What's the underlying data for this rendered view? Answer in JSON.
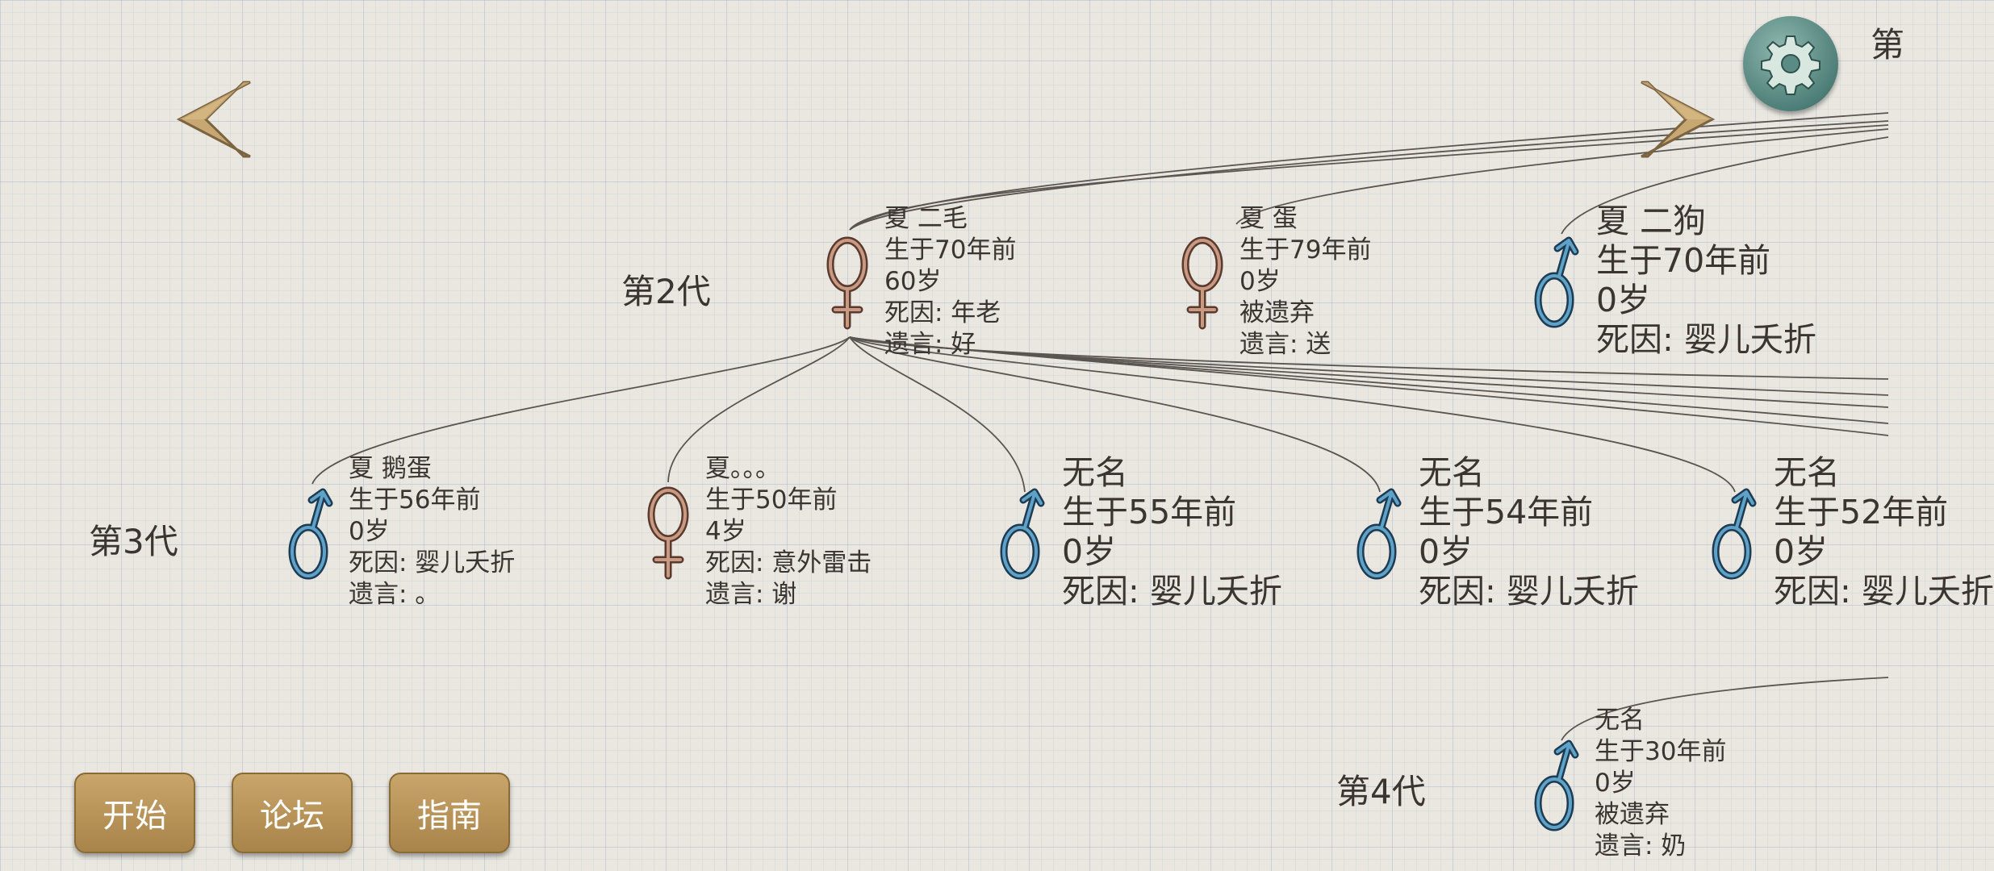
{
  "top_right_text": "第",
  "generations": [
    {
      "label": "第2代"
    },
    {
      "label": "第3代"
    },
    {
      "label": "第4代"
    }
  ],
  "gen2": [
    {
      "sex": "female",
      "lines": [
        "夏 二毛",
        "生于70年前",
        "60岁",
        "死因: 年老",
        "遗言: 好"
      ]
    },
    {
      "sex": "female",
      "lines": [
        "夏 蛋",
        "生于79年前",
        "0岁",
        "被遗弃",
        "遗言: 送"
      ]
    },
    {
      "sex": "male",
      "lines": [
        "夏 二狗",
        "生于70年前",
        "0岁",
        "死因: 婴儿夭折"
      ]
    }
  ],
  "gen3": [
    {
      "sex": "male",
      "lines": [
        "夏 鹅蛋",
        "生于56年前",
        "0岁",
        "死因: 婴儿夭折",
        "遗言: 。"
      ]
    },
    {
      "sex": "female",
      "lines": [
        "夏。。。",
        "生于50年前",
        "4岁",
        "死因: 意外雷击",
        "遗言: 谢"
      ]
    },
    {
      "sex": "male",
      "lines": [
        "无名",
        "生于55年前",
        "0岁",
        "死因: 婴儿夭折"
      ]
    },
    {
      "sex": "male",
      "lines": [
        "无名",
        "生于54年前",
        "0岁",
        "死因: 婴儿夭折"
      ]
    },
    {
      "sex": "male",
      "lines": [
        "无名",
        "生于52年前",
        "0岁",
        "死因: 婴儿夭折"
      ]
    }
  ],
  "gen4": [
    {
      "sex": "male",
      "lines": [
        "无名",
        "生于30年前",
        "0岁",
        "被遗弃",
        "遗言: 奶"
      ]
    }
  ],
  "buttons": {
    "start": "开始",
    "forum": "论坛",
    "guide": "指南"
  },
  "icons": {
    "prev": "chevron-left-icon",
    "next": "chevron-right-icon",
    "settings": "gear-icon"
  },
  "colors": {
    "male": "#3f7ea0",
    "female": "#b07a62",
    "button": "#b8955a",
    "settings": "#5a8c85"
  }
}
